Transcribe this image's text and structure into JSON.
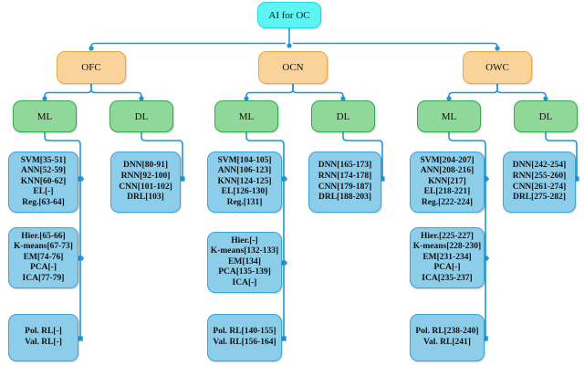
{
  "diagram": {
    "title": "AI for OC taxonomy tree",
    "colors": {
      "root_fill": "#5ff4f4",
      "root_stroke": "#1fd9e6",
      "level2_fill": "#fad39a",
      "level2_stroke": "#f0a73c",
      "level3_fill": "#90d79a",
      "level3_stroke": "#34a853",
      "leaf_fill": "#8ccdea",
      "leaf_stroke": "#3ba3d8",
      "edge": "#2196d6"
    },
    "root": {
      "label": "AI for OC"
    },
    "level2": [
      {
        "label": "OFC"
      },
      {
        "label": "OCN"
      },
      {
        "label": "OWC"
      }
    ],
    "level3": [
      {
        "label": "ML",
        "parent": "OFC"
      },
      {
        "label": "DL",
        "parent": "OFC"
      },
      {
        "label": "ML",
        "parent": "OCN"
      },
      {
        "label": "DL",
        "parent": "OCN"
      },
      {
        "label": "ML",
        "parent": "OWC"
      },
      {
        "label": "DL",
        "parent": "OWC"
      }
    ],
    "leaves": {
      "ofc_ml_supervised": [
        "SVM[35-51]",
        "ANN[52-59]",
        "KNN[60-62]",
        "EL[-]",
        "Reg.[63-64]"
      ],
      "ofc_ml_unsupervised": [
        "Hier.[65-66]",
        "K-means[67-73]",
        "EM[74-76]",
        "PCA[-]",
        "ICA[77-79]"
      ],
      "ofc_ml_rl": [
        "Pol. RL[-]",
        "Val. RL[-]"
      ],
      "ofc_dl": [
        "DNN[80-91]",
        "RNN[92-100]",
        "CNN[101-102]",
        "DRL[103]"
      ],
      "ocn_ml_supervised": [
        "SVM[104-105]",
        "ANN[106-123]",
        "KNN[124-125]",
        "EL[126-130]",
        "Reg.[131]"
      ],
      "ocn_ml_unsupervised": [
        "Hier.[-]",
        "K-means[132-133]",
        "EM[134]",
        "PCA[135-139]",
        "ICA[-]"
      ],
      "ocn_ml_rl": [
        "Pol. RL[140-155]",
        "Val. RL[156-164]"
      ],
      "ocn_dl": [
        "DNN[165-173]",
        "RNN[174-178]",
        "CNN[179-187]",
        "DRL[188-203]"
      ],
      "owc_ml_supervised": [
        "SVM[204-207]",
        "ANN[208-216]",
        "KNN[217]",
        "EL[218-221]",
        "Reg.[222-224]"
      ],
      "owc_ml_unsupervised": [
        "Hier.[225-227]",
        "K-means[228-230]",
        "EM[231-234]",
        "PCA[-]",
        "ICA[235-237]"
      ],
      "owc_ml_rl": [
        "Pol. RL[238-240]",
        "Val. RL[241]"
      ],
      "owc_dl": [
        "DNN[242-254]",
        "RNN[255-260]",
        "CNN[261-274]",
        "DRL[275-282]"
      ]
    }
  }
}
